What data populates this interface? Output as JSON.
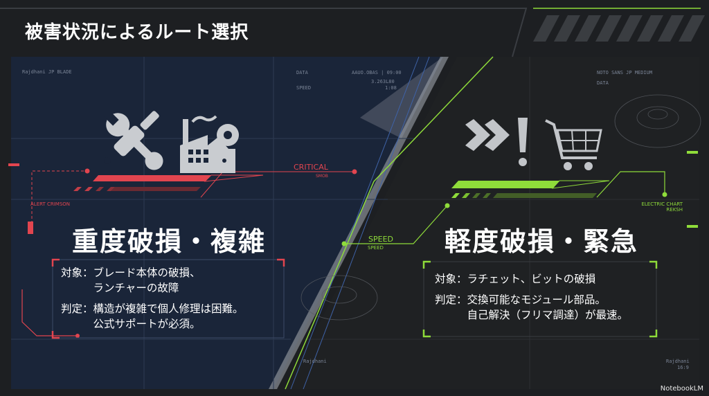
{
  "title": "被害状況によるルート選択",
  "colors": {
    "left_accent": "#e2454f",
    "right_accent": "#8fdc3a",
    "left_panel": "#1a2539",
    "right_panel": "#1f2123"
  },
  "left": {
    "icons": [
      "wrench-screwdriver-icon",
      "factory-gear-icon"
    ],
    "heading": "重度破損・複雑",
    "items": [
      {
        "label": "対象：",
        "text": "ブレード本体の破損、\nランチャーの故障"
      },
      {
        "label": "判定：",
        "text": "構造が複雑で個人修理は困難。\n公式サポートが必須。"
      }
    ],
    "tag": "CRITICAL",
    "tag_sub": "SMOB",
    "alert": "ALERT CRIMSON",
    "hud": {
      "data": "DATA",
      "code": "AAUO.OBAS | 09:00",
      "speed": "SPEED",
      "value1": "3.263L80",
      "value2": "1:08",
      "label": "Rajdhani JP BLADE"
    }
  },
  "right": {
    "icons": [
      "fast-forward-icon",
      "exclamation-icon",
      "shopping-cart-icon"
    ],
    "heading": "軽度破損・緊急",
    "items": [
      {
        "label": "対象：",
        "text": "ラチェット、ビットの破損"
      },
      {
        "label": "判定：",
        "text": "交換可能なモジュール部品。\n自己解決（フリマ調達）が最速。"
      }
    ],
    "tag": "SPEED",
    "tag_sub": "SPEED",
    "chart_label": "ELECTRIC CHART",
    "chart_sub": "REKSH",
    "hud": {
      "label": "NOTO SANS JP MEDIUM",
      "data": "DATA",
      "footer_left": "Rajdhani",
      "footer_right": "Rajdhani",
      "ratio": "16:9"
    }
  },
  "watermark": "NotebookLM"
}
